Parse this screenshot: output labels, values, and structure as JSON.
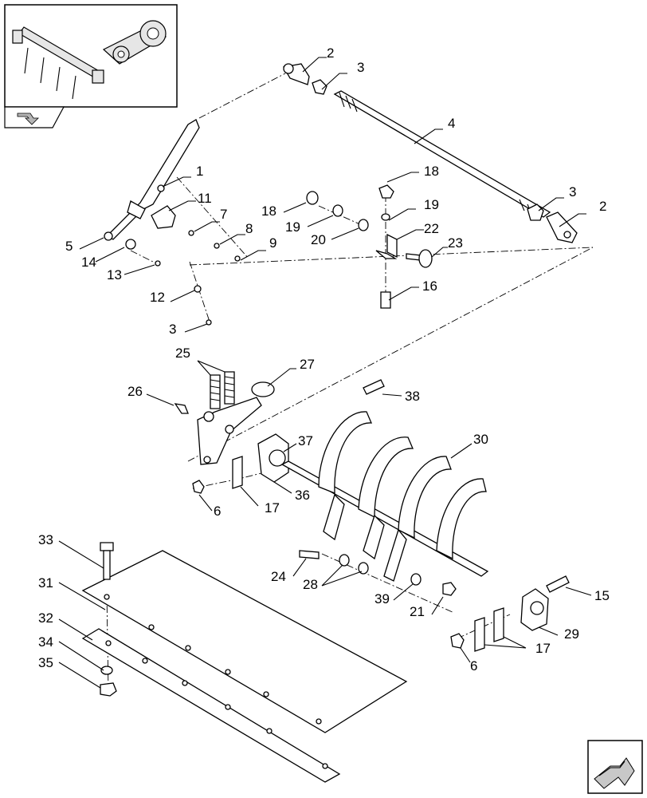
{
  "diagram": {
    "labels": {
      "p1": "1",
      "p2a": "2",
      "p2b": "2",
      "p3a": "3",
      "p3b": "3",
      "p3c": "3",
      "p4": "4",
      "p5": "5",
      "p6a": "6",
      "p6b": "6",
      "p7": "7",
      "p8": "8",
      "p9": "9",
      "p11": "11",
      "p12": "12",
      "p13": "13",
      "p14": "14",
      "p15": "15",
      "p16": "16",
      "p17a": "17",
      "p17b": "17",
      "p18a": "18",
      "p18b": "18",
      "p19a": "19",
      "p19b": "19",
      "p20": "20",
      "p21": "21",
      "p22": "22",
      "p23": "23",
      "p24": "24",
      "p25": "25",
      "p26": "26",
      "p27": "27",
      "p28": "28",
      "p29": "29",
      "p30": "30",
      "p31": "31",
      "p32": "32",
      "p33": "33",
      "p34": "34",
      "p35": "35",
      "p36": "36",
      "p37": "37",
      "p38": "38",
      "p39": "39"
    }
  },
  "icons": {
    "overview_thumbnail": "assembly-overview-thumbnail",
    "back_nav": "back-arrow-icon",
    "next_nav": "next-page-arrow-icon"
  }
}
